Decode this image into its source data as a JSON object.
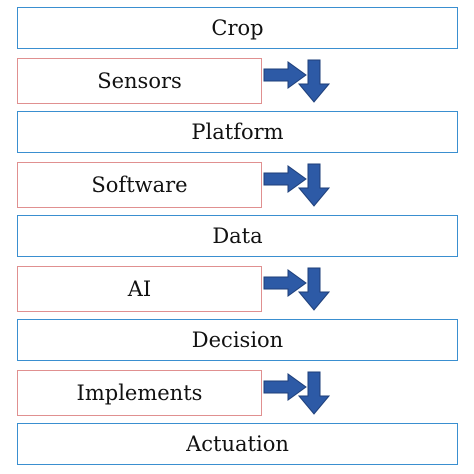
{
  "diagram": {
    "stages": [
      {
        "label": "Crop",
        "kind": "layer"
      },
      {
        "label": "Sensors",
        "kind": "tool"
      },
      {
        "label": "Platform",
        "kind": "layer"
      },
      {
        "label": "Software",
        "kind": "tool"
      },
      {
        "label": "Data",
        "kind": "layer"
      },
      {
        "label": "AI",
        "kind": "tool"
      },
      {
        "label": "Decision",
        "kind": "layer"
      },
      {
        "label": "Implements",
        "kind": "tool"
      },
      {
        "label": "Actuation",
        "kind": "layer"
      }
    ],
    "colors": {
      "layer_border": "#3a8fd0",
      "tool_border": "#e09090",
      "arrow_fill": "#2d5aa6",
      "arrow_stroke": "#1e3f7a",
      "text": "#111111"
    }
  }
}
